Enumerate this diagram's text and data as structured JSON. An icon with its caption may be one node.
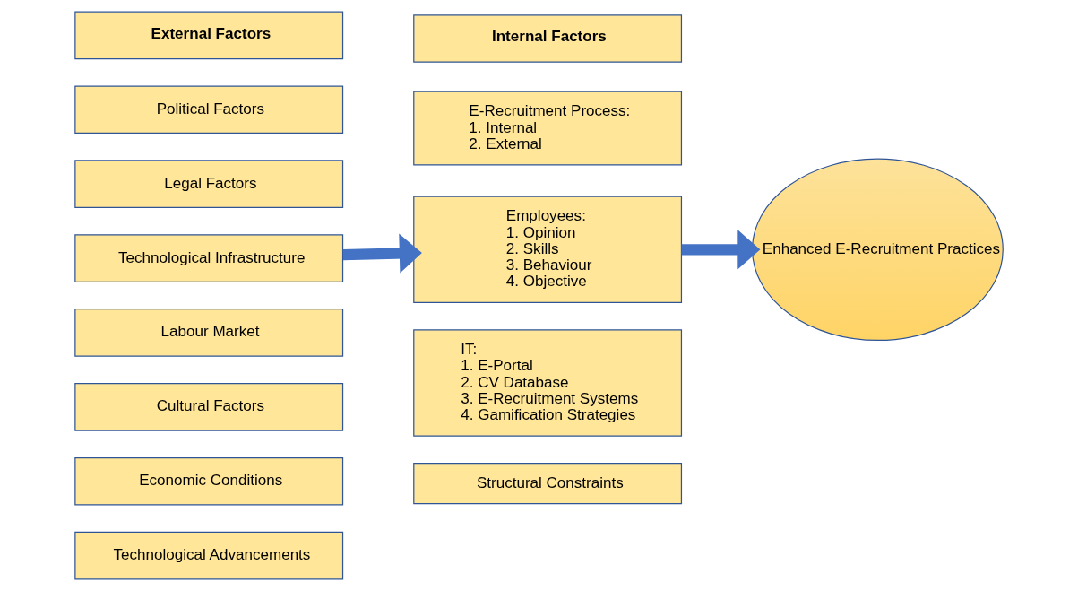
{
  "diagram": {
    "nodes": [
      {
        "text": [
          "External Factors"
        ]
      },
      {
        "text": [
          "Political Factors"
        ]
      },
      {
        "text": [
          "Legal Factors"
        ]
      },
      {
        "text": [
          "Technological Infrastructure"
        ]
      },
      {
        "text": [
          "Labour Market"
        ]
      },
      {
        "text": [
          "Cultural Factors"
        ]
      },
      {
        "text": [
          "Economic Conditions"
        ]
      },
      {
        "text": [
          "Technological Advancements"
        ]
      },
      {
        "text": [
          "Internal Factors"
        ]
      },
      {
        "text": [
          "E-Recruitment Process:",
          "1. Internal",
          "2. External"
        ]
      },
      {
        "text": [
          "Employees:",
          "1. Opinion",
          "2. Skills",
          "3. Behaviour",
          "4. Objective"
        ]
      },
      {
        "text": [
          "IT:",
          "1. E-Portal",
          "2. CV Database",
          "3. E-Recruitment Systems",
          "4. Gamification Strategies"
        ]
      },
      {
        "text": [
          "Structural Constraints"
        ]
      },
      {
        "text": [
          "Enhanced E-Recruitment Practices"
        ]
      }
    ],
    "edges": [
      {
        "from": 3,
        "to": 10,
        "arrow": "to"
      },
      {
        "from": 10,
        "to": 13,
        "arrow": "to"
      }
    ]
  }
}
